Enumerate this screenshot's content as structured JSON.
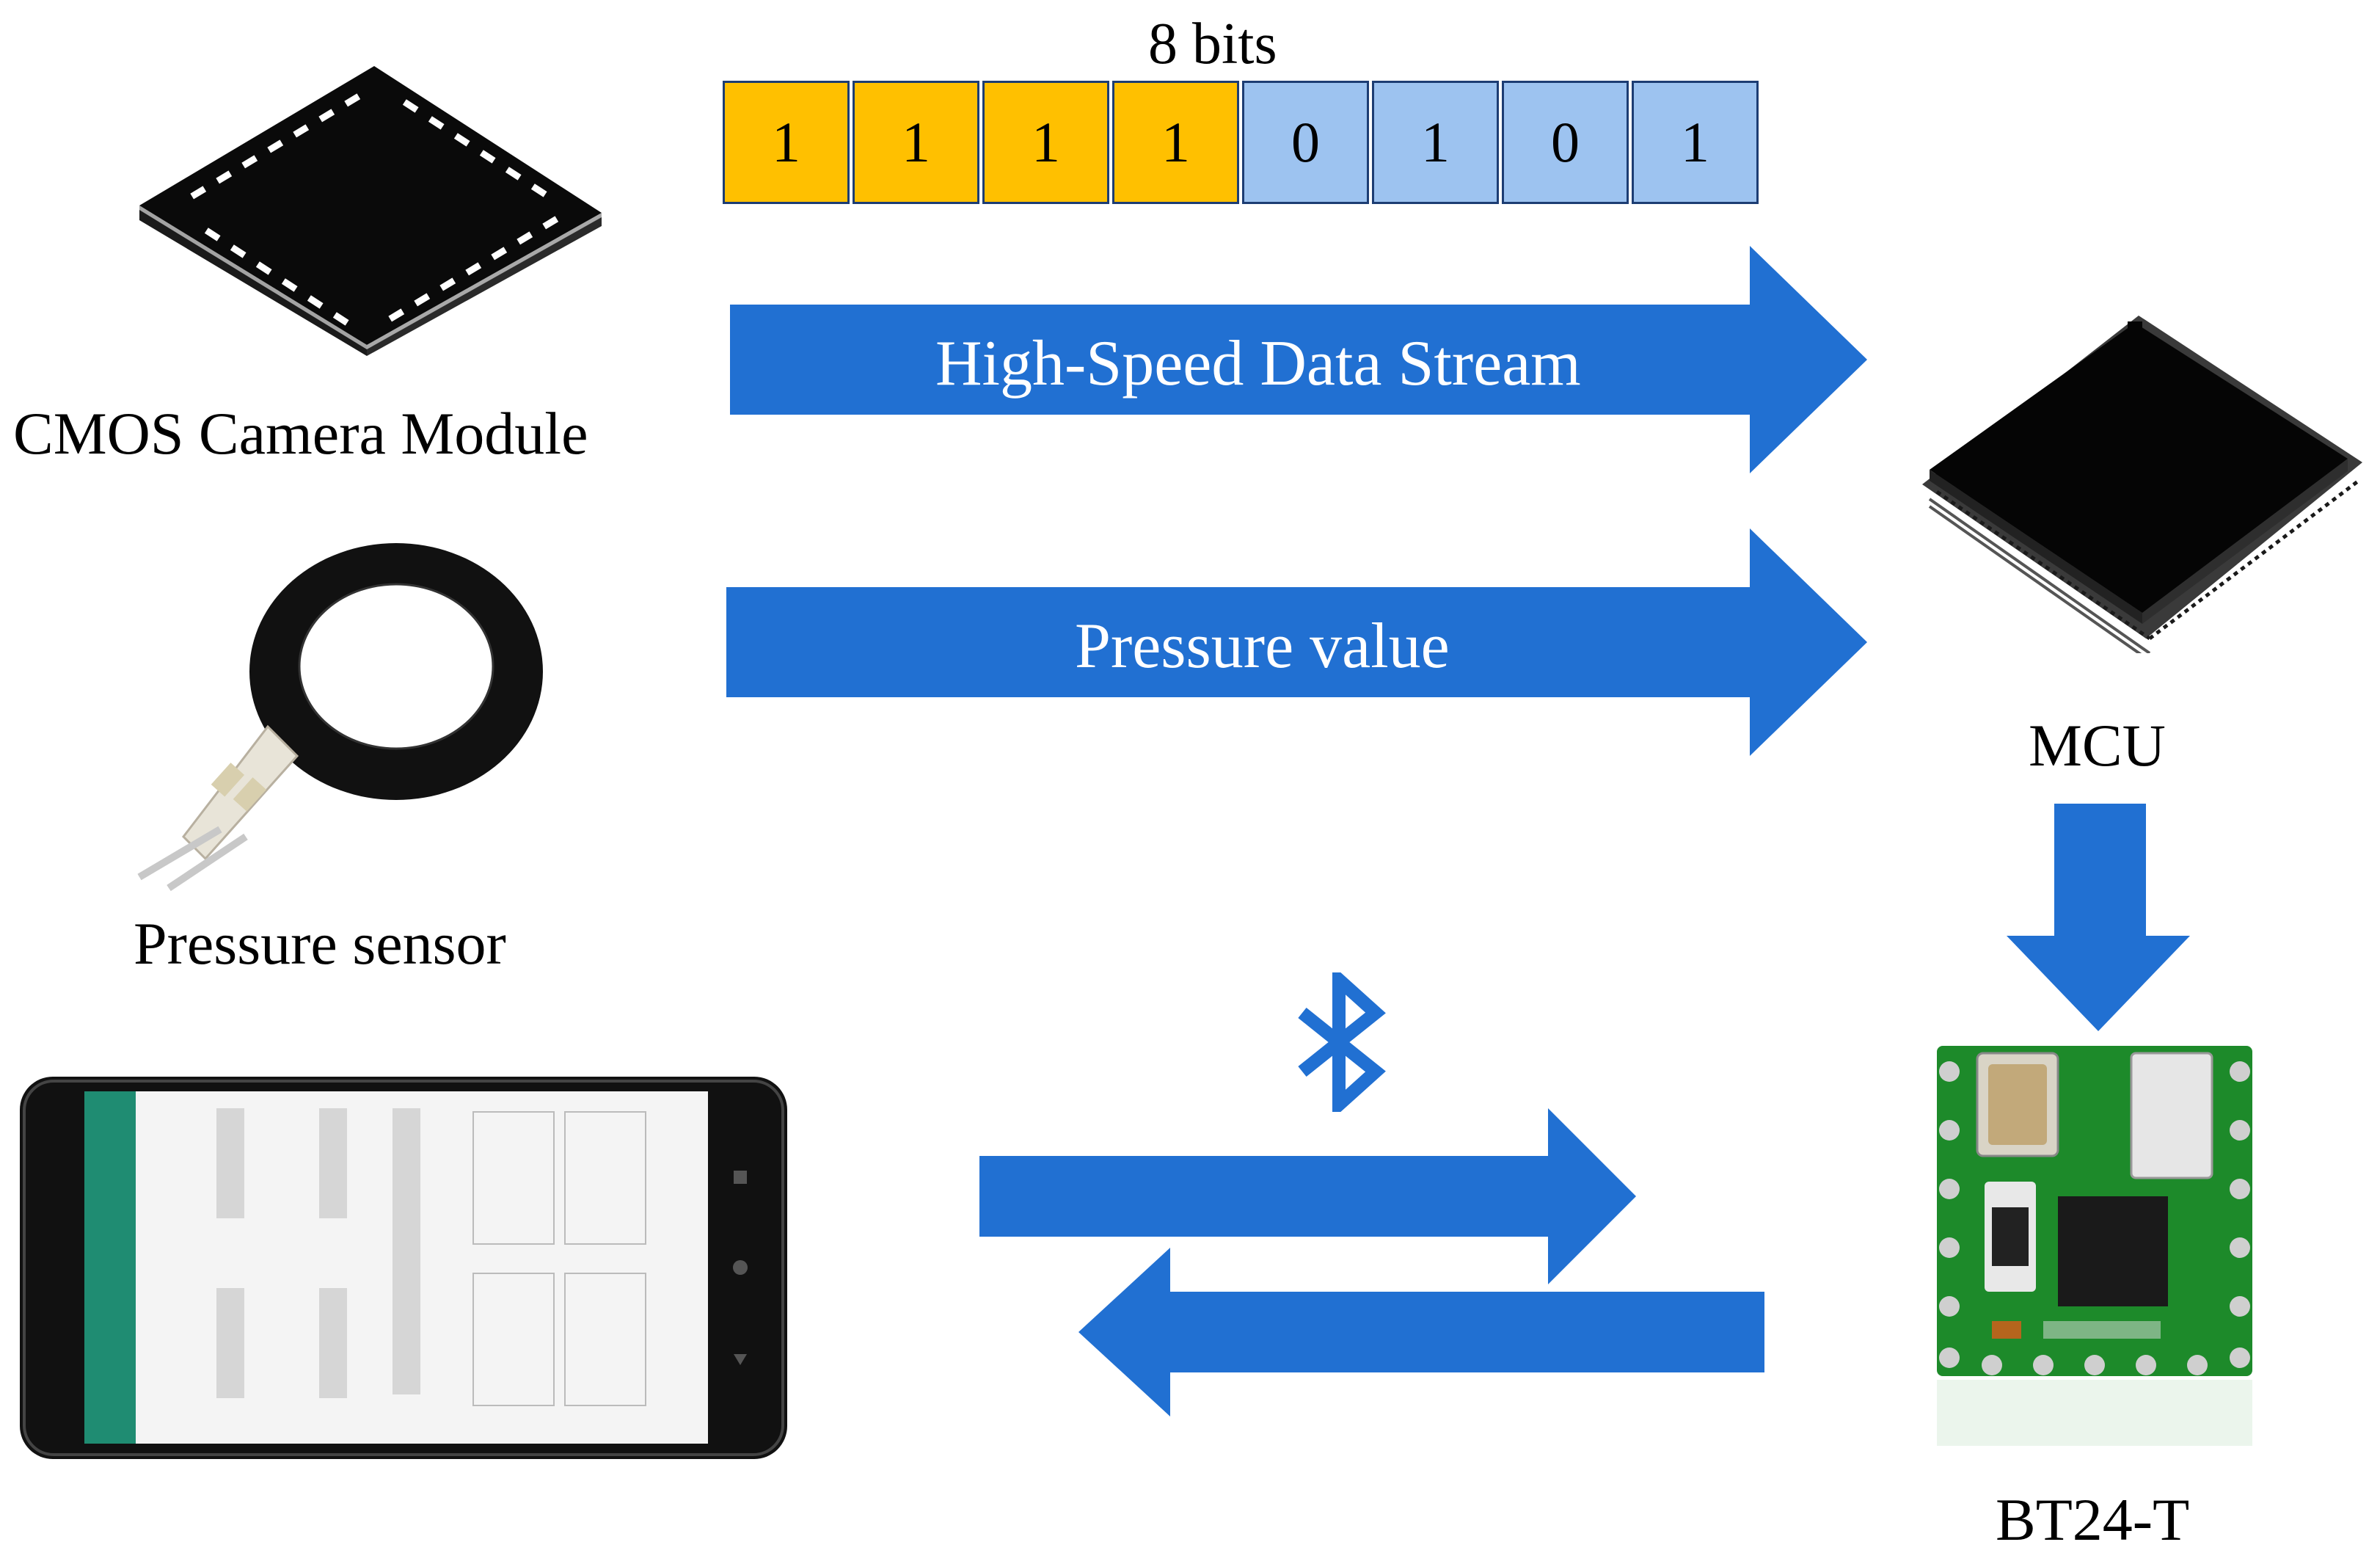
{
  "bits": {
    "title": "8 bits",
    "values": [
      "1",
      "1",
      "1",
      "1",
      "0",
      "1",
      "0",
      "1"
    ],
    "colors": [
      "#ffc000",
      "#ffc000",
      "#ffc000",
      "#ffc000",
      "#9dc3f0",
      "#9dc3f0",
      "#9dc3f0",
      "#9dc3f0"
    ]
  },
  "camera": {
    "label": "CMOS Camera Module",
    "icon": "camera-chip-icon"
  },
  "pressure_sensor": {
    "label": "Pressure sensor",
    "icon": "pressure-sensor-icon"
  },
  "mcu": {
    "label": "MCU",
    "icon": "mcu-chip-icon"
  },
  "bluetooth_module": {
    "label": "BT24-T",
    "icon": "bluetooth-module-icon"
  },
  "phone": {
    "icon": "smartphone-icon"
  },
  "bluetooth": {
    "icon": "bluetooth-icon"
  },
  "arrows": {
    "data_stream": "High-Speed Data Stream",
    "pressure_value": "Pressure value"
  },
  "colors": {
    "arrow": "#2170d2",
    "bit_high": "#ffc000",
    "bit_low": "#9dc3f0"
  }
}
